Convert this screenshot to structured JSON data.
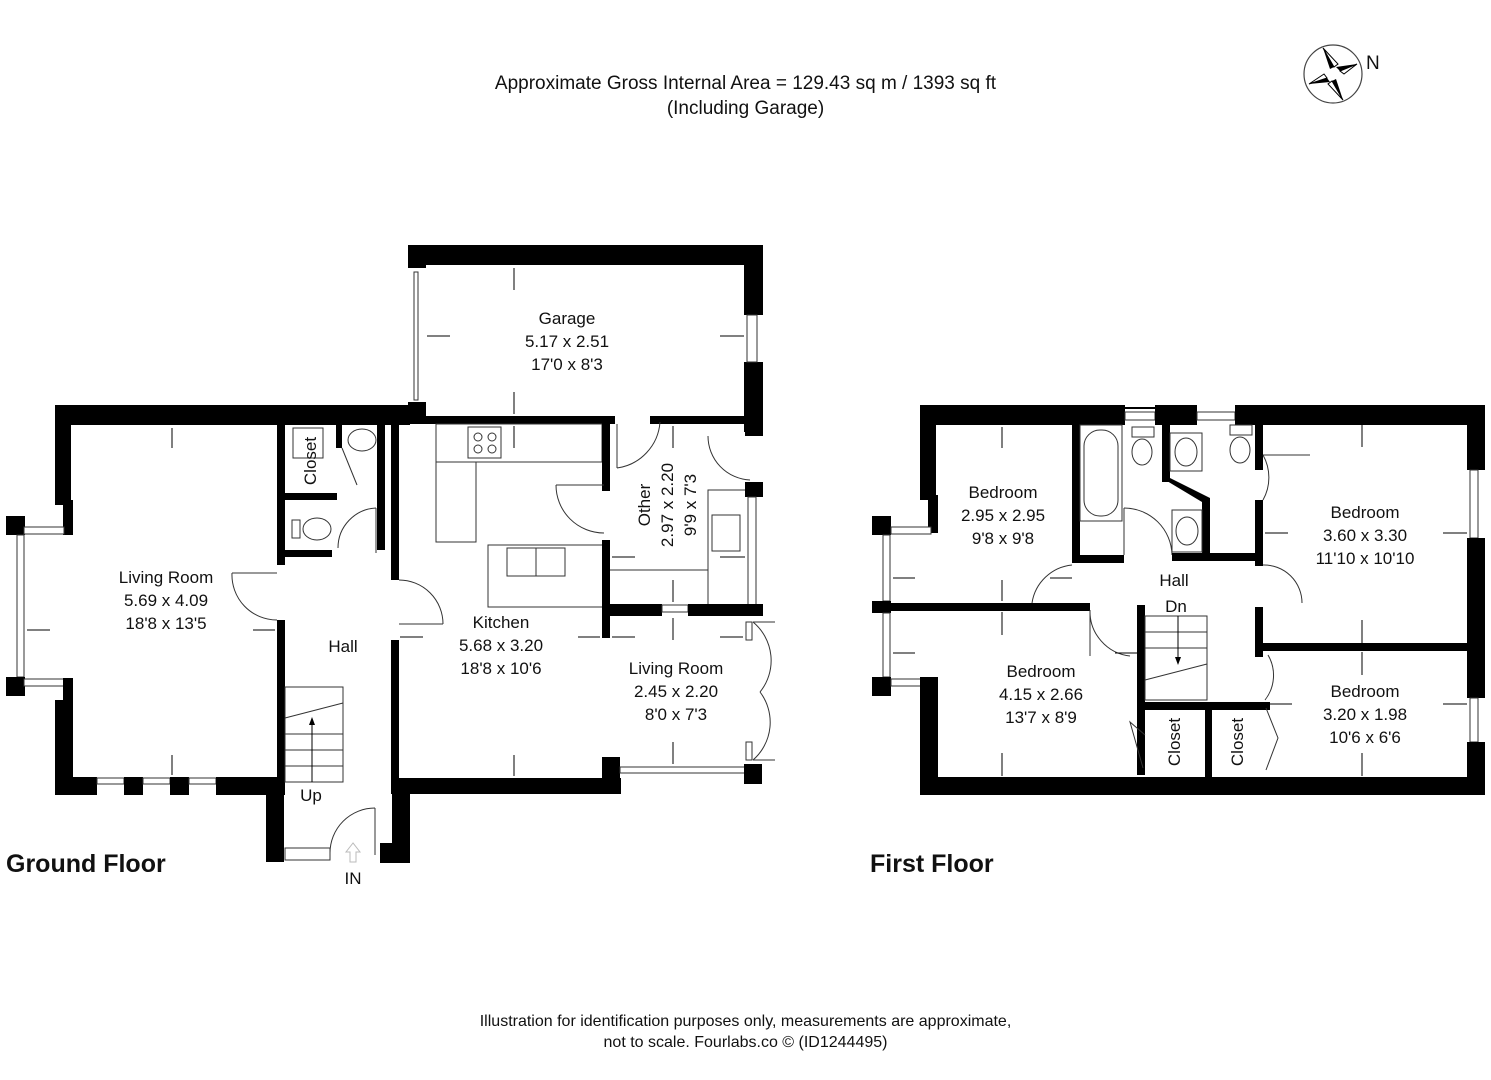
{
  "header": {
    "area_line": "Approximate Gross Internal Area = 129.43 sq m / 1393 sq ft",
    "area_note": "(Including Garage)"
  },
  "compass": {
    "label": "N",
    "icon": "compass-rose-icon"
  },
  "ground_floor": {
    "title": "Ground Floor",
    "rooms": [
      {
        "name": "Garage",
        "metric": "5.17 x 2.51",
        "imperial": "17'0 x 8'3"
      },
      {
        "name": "Living Room",
        "metric": "5.69 x 4.09",
        "imperial": "18'8 x 13'5"
      },
      {
        "name": "Kitchen",
        "metric": "5.68 x 3.20",
        "imperial": "18'8 x 10'6"
      },
      {
        "name": "Other",
        "metric": "2.97 x 2.20",
        "imperial": "9'9 x 7'3"
      },
      {
        "name": "Living Room",
        "metric": "2.45 x 2.20",
        "imperial": "8'0 x 7'3"
      },
      {
        "name": "Hall"
      },
      {
        "name": "Closet"
      }
    ],
    "stairs_label": "Up",
    "entrance_label": "IN"
  },
  "first_floor": {
    "title": "First Floor",
    "rooms": [
      {
        "name": "Bedroom",
        "metric": "2.95 x 2.95",
        "imperial": "9'8 x 9'8"
      },
      {
        "name": "Bedroom",
        "metric": "3.60 x 3.30",
        "imperial": "11'10 x 10'10"
      },
      {
        "name": "Bedroom",
        "metric": "4.15 x 2.66",
        "imperial": "13'7 x 8'9"
      },
      {
        "name": "Bedroom",
        "metric": "3.20 x 1.98",
        "imperial": "10'6 x 6'6"
      },
      {
        "name": "Hall"
      },
      {
        "name": "Closet"
      },
      {
        "name": "Closet"
      }
    ],
    "stairs_label": "Dn"
  },
  "footer": {
    "line1": "Illustration for identification purposes only, measurements are approximate,",
    "line2": "not to scale. Fourlabs.co © (ID1244495)"
  }
}
